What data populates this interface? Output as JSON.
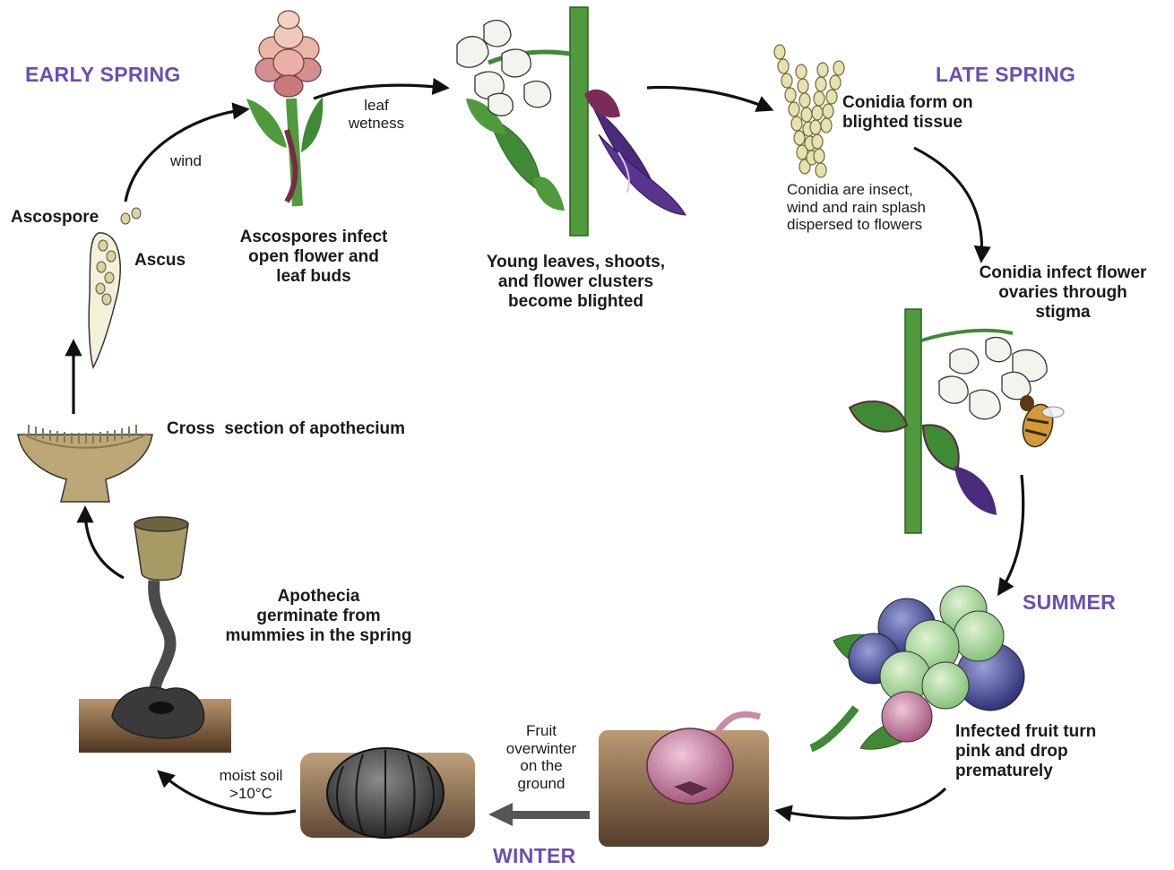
{
  "seasons": {
    "early_spring": "EARLY SPRING",
    "late_spring": "LATE SPRING",
    "summer": "SUMMER",
    "winter": "WINTER"
  },
  "labels": {
    "ascospore": "Ascospore",
    "ascus": "Ascus",
    "wind": "wind",
    "leaf_wetness": [
      "leaf",
      "wetness"
    ],
    "ascospores_infect": [
      "Ascospores infect",
      "open flower and",
      "leaf buds"
    ],
    "young_leaves": [
      "Young leaves, shoots,",
      "and flower clusters",
      "become blighted"
    ],
    "conidia_form": [
      "Conidia form on",
      "blighted tissue"
    ],
    "conidia_dispersed": [
      "Conidia are insect,",
      "wind and rain splash",
      "dispersed to flowers"
    ],
    "conidia_infect": [
      "Conidia infect flower",
      "ovaries through",
      "stigma"
    ],
    "infected_fruit": [
      "Infected fruit turn",
      "pink and drop",
      "prematurely"
    ],
    "fruit_overwinter": [
      "Fruit",
      "overwinter",
      "on the",
      "ground"
    ],
    "moist_soil": [
      "moist soil",
      ">10°C"
    ],
    "apothecia_germinate": [
      "Apothecia",
      "germinate from",
      "mummies in the spring"
    ],
    "cross_section": "Cross  section of apothecium"
  },
  "colors": {
    "season_text": "#6a4fb3",
    "arrow": "#111111",
    "stem_green": "#4f9a3c",
    "leaf_green": "#3f8a35",
    "flower_white": "#f4f4ee",
    "blight_purple": "#4a2a7a",
    "conidia": "#e6e2b0",
    "apothecium_tan": "#bca776",
    "mummy_dark": "#2e2e2e",
    "soil_brown": "#7a5a3a",
    "berry_green": "#a9d69a",
    "berry_blue": "#4b4f95",
    "berry_pink": "#c98aa6"
  }
}
